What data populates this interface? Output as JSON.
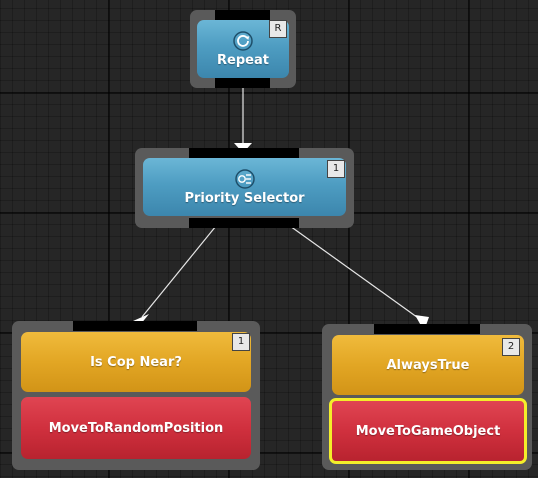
{
  "graph": {
    "repeat": {
      "label": "Repeat",
      "badge": "R",
      "icon": "repeat-icon"
    },
    "priority_selector": {
      "label": "Priority Selector",
      "badge": "1",
      "icon": "selector-icon"
    },
    "left_sequence": {
      "condition": {
        "label": "Is Cop Near?",
        "badge": "1"
      },
      "action": {
        "label": "MoveToRandomPosition"
      }
    },
    "right_sequence": {
      "condition": {
        "label": "AlwaysTrue",
        "badge": "2"
      },
      "action": {
        "label": "MoveToGameObject"
      }
    }
  },
  "colors": {
    "composite": "#4e9dc2",
    "decorator": "#e2a624",
    "action": "#d0303e",
    "selection": "#f4ee2a",
    "node_frame": "#5a5a5a",
    "background": "#262626"
  }
}
